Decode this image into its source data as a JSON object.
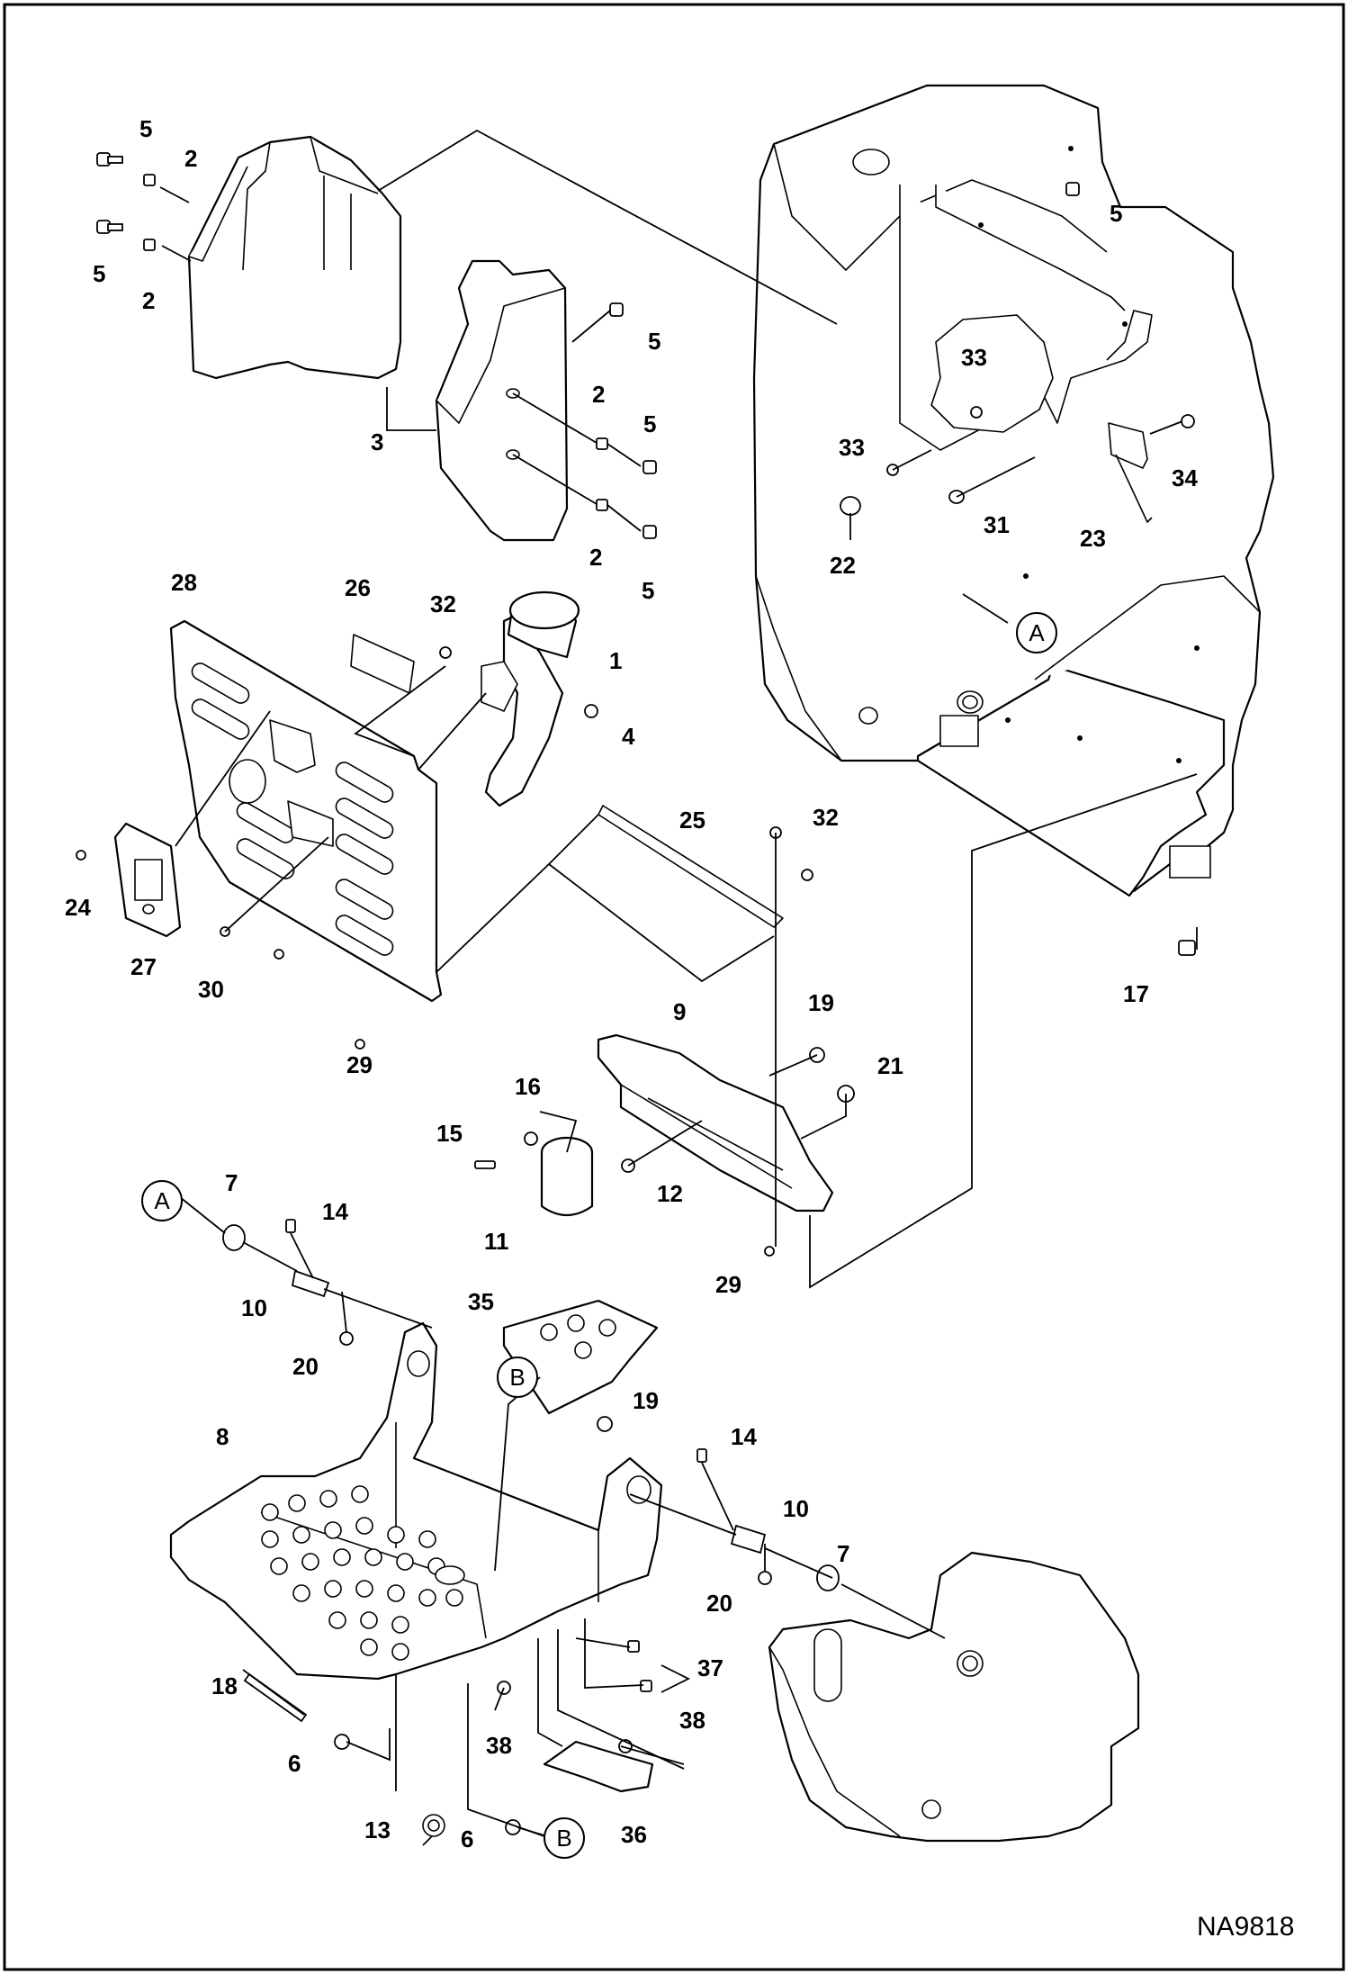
{
  "drawing_code": "NA9818",
  "reference_markers": {
    "a": "A",
    "b": "B"
  },
  "callouts": {
    "c1": "1",
    "c2a": "2",
    "c2b": "2",
    "c2c": "2",
    "c2d": "2",
    "c3": "3",
    "c4": "4",
    "c5a": "5",
    "c5b": "5",
    "c5c": "5",
    "c5d": "5",
    "c5e": "5",
    "c5f": "5",
    "c6a": "6",
    "c6b": "6",
    "c7a": "7",
    "c7b": "7",
    "c8": "8",
    "c9": "9",
    "c10a": "10",
    "c10b": "10",
    "c11": "11",
    "c12": "12",
    "c13": "13",
    "c14a": "14",
    "c14b": "14",
    "c15": "15",
    "c16": "16",
    "c17": "17",
    "c18": "18",
    "c19a": "19",
    "c19b": "19",
    "c20a": "20",
    "c20b": "20",
    "c21": "21",
    "c22": "22",
    "c23": "23",
    "c24": "24",
    "c25": "25",
    "c26": "26",
    "c27": "27",
    "c28": "28",
    "c29a": "29",
    "c29b": "29",
    "c30": "30",
    "c31": "31",
    "c32a": "32",
    "c32b": "32",
    "c33a": "33",
    "c33b": "33",
    "c34": "34",
    "c35": "35",
    "c36": "36",
    "c37": "37",
    "c38a": "38",
    "c38b": "38"
  }
}
